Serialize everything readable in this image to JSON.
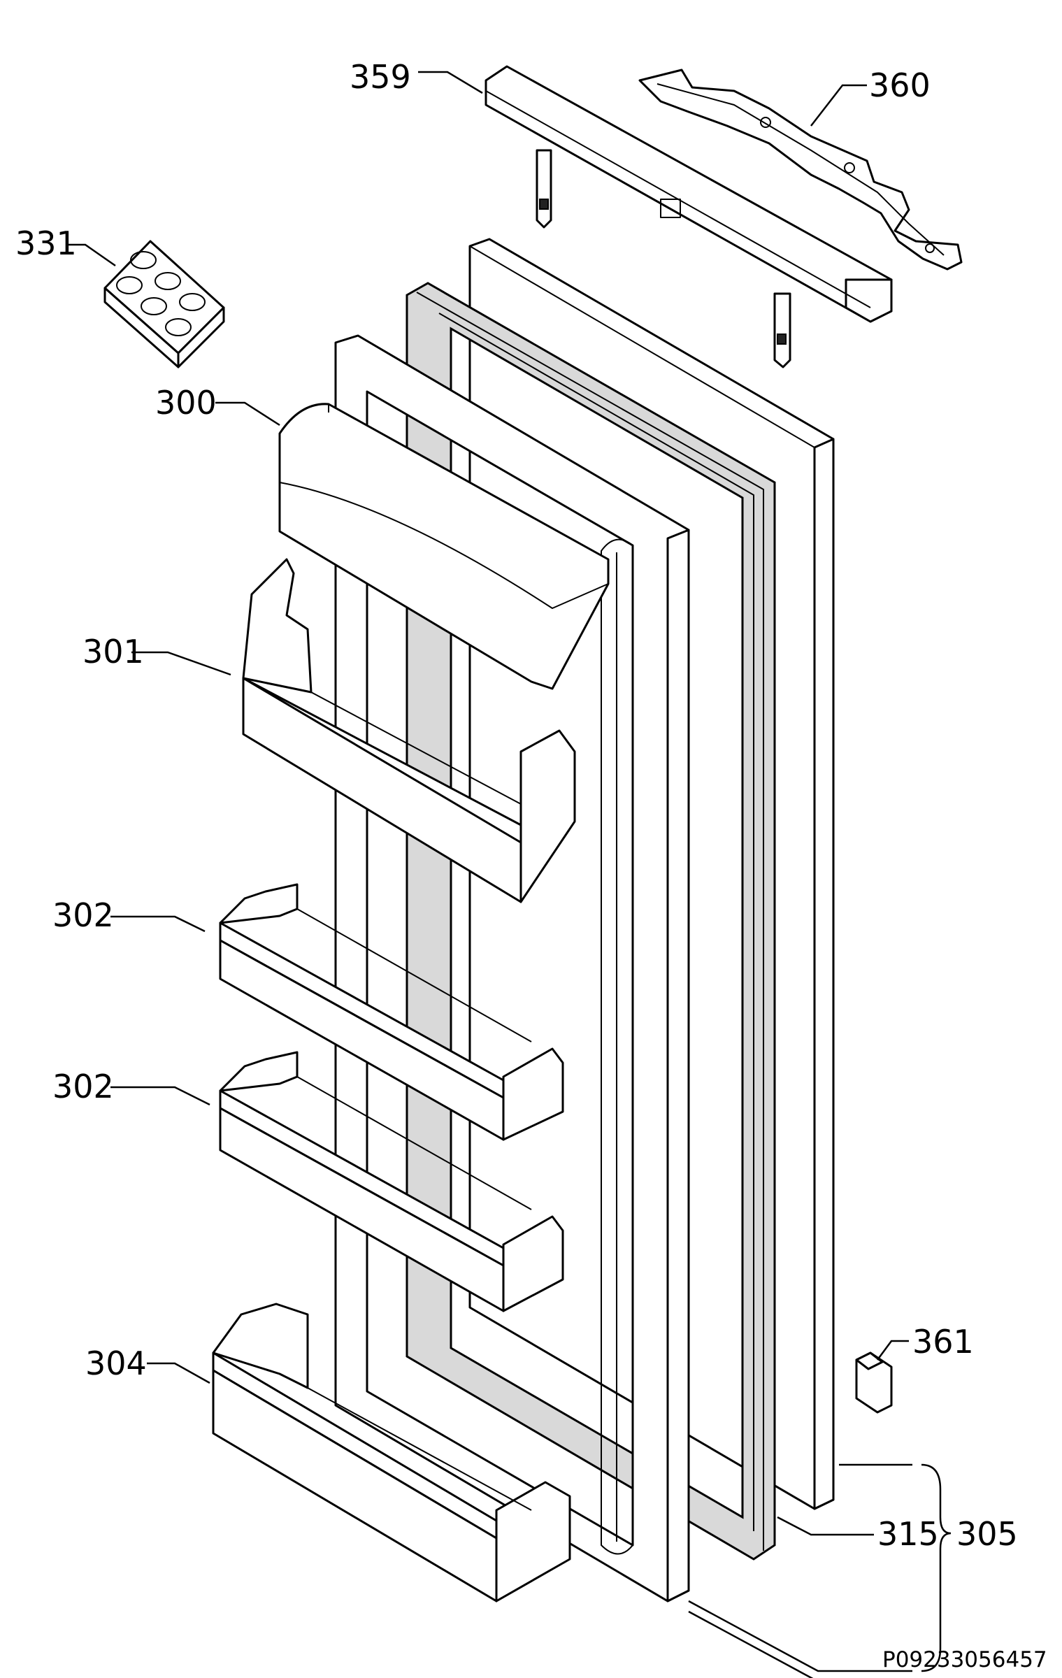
{
  "callouts": {
    "c359": "359",
    "c360": "360",
    "c331": "331",
    "c300": "300",
    "c301": "301",
    "c302a": "302",
    "c302b": "302",
    "c304": "304",
    "c361": "361",
    "c315": "315",
    "c305": "305"
  },
  "document_id": "P09233056457"
}
